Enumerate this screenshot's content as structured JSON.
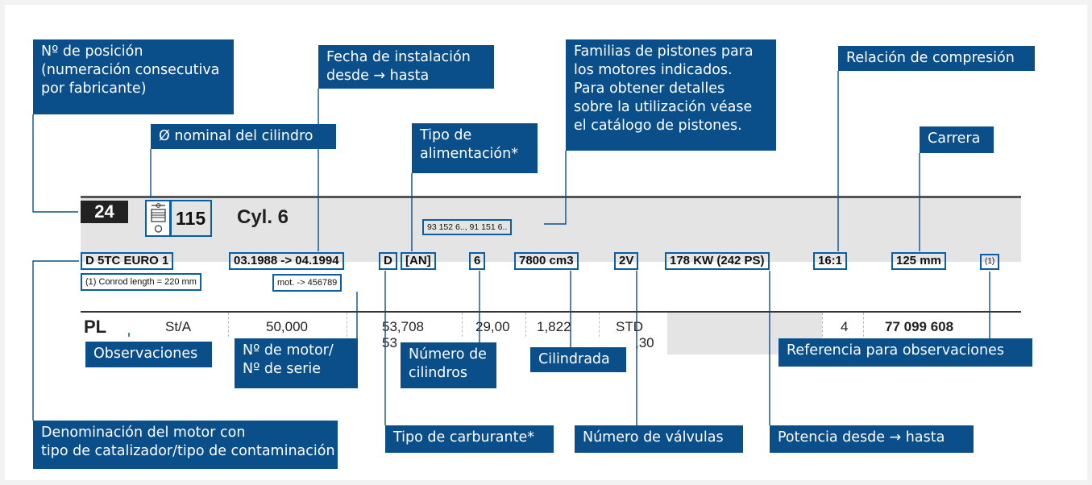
{
  "callouts": {
    "position_no": [
      "Nº de posición",
      "(numeración consecutiva",
      "por fabricante)"
    ],
    "installation_date": [
      "Fecha de instalación",
      "desde → hasta"
    ],
    "piston_families": [
      "Familias de pistones para",
      "los motores indicados.",
      "Para obtener detalles",
      "sobre la utilización véase",
      "el catálogo de pistones."
    ],
    "compression_ratio": "Relación de compresión",
    "nominal_bore": "Ø nominal del cilindro",
    "feed_type": [
      "Tipo de",
      "alimentación*"
    ],
    "stroke": "Carrera",
    "remarks": "Observaciones",
    "engine_serial": [
      "Nº de motor/",
      "Nº de serie"
    ],
    "cylinders_count": [
      "Número de",
      "cilindros"
    ],
    "displacement": "Cilindrada",
    "remarks_reference": "Referencia para observaciones",
    "engine_designation": [
      "Denominación del motor con",
      "tipo de catalizador/tipo de contaminación"
    ],
    "fuel_type": "Tipo de carburante*",
    "valves_count": "Número de válvulas",
    "power_range": "Potencia desde → hasta"
  },
  "catalog": {
    "position": "24",
    "bore": "115",
    "cylinders": "Cyl. 6",
    "piston_refs": "93 152 6.., 91 151 6..",
    "engine": "D 5TC EURO 1",
    "date_range": "03.1988 -> 04.1994",
    "fuel": "D",
    "feed": "[AN]",
    "cyl_count": "6",
    "displacement": "7800 cm3",
    "valves": "2V",
    "power": "178 KW (242 PS)",
    "compression": "16:1",
    "stroke": "125 mm",
    "remark_ref": "(1)",
    "conrod_note": "(1) Conrod length = 220 mm",
    "engine_no": "mot. -> 456789"
  },
  "row": {
    "code": "PL",
    "material": "St/A",
    "v1": "50,000",
    "v2": "53,708",
    "v2b": "53",
    "v3": "29,00",
    "v4": "1,822",
    "v5": "STD",
    "v5b": ",30",
    "qty": "4",
    "part_no": "77 099 608"
  },
  "colors": {
    "label_bg": "#0b4f8a",
    "frame": "#0b5ea6"
  }
}
